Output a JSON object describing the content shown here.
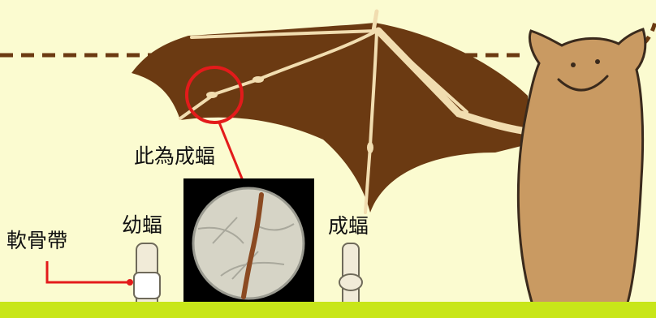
{
  "labels": {
    "adult_highlight": "此為成蝠",
    "cartilage_band": "軟骨帶",
    "juvenile": "幼蝠",
    "adult": "成蝠"
  },
  "colors": {
    "background": "#fbfbd0",
    "ground_band": "#c8e619",
    "wing_membrane": "#6b3a12",
    "wing_bones": "#f1ddb0",
    "bat_body": "#c99a62",
    "body_outline": "#3a2a1c",
    "dashed_line": "#6b3a12",
    "highlight_circle": "#e31b1b",
    "pointer_line": "#e31b1b",
    "microscope_frame": "#000000"
  },
  "icons": {
    "bat": "bat-illustration",
    "microscope": "microscope-view",
    "juvenile_bone": "finger-bone-with-cartilage",
    "adult_bone": "fused-finger-bone"
  }
}
